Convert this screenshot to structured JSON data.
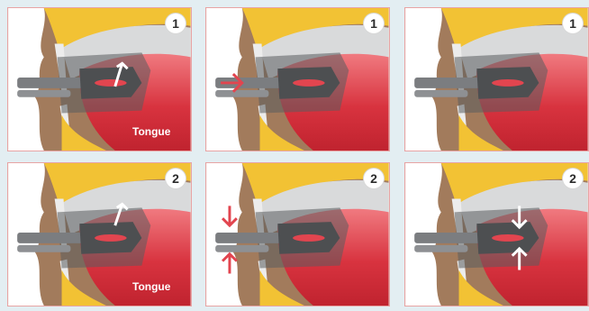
{
  "panels": [
    {
      "step": "1",
      "label": "Tongue"
    },
    {
      "step": "1"
    },
    {
      "step": "1"
    },
    {
      "step": "2",
      "label": "Tongue"
    },
    {
      "step": "2"
    },
    {
      "step": "2"
    }
  ],
  "colors": {
    "background": "#e3eef2",
    "panel_border": "#e8a4a4",
    "skin": "#a27b5c",
    "bone": "#f2c234",
    "tongue": "#d8333f",
    "device": "#6f7173",
    "arrow_red": "#e2454f",
    "arrow_white": "#ffffff"
  }
}
